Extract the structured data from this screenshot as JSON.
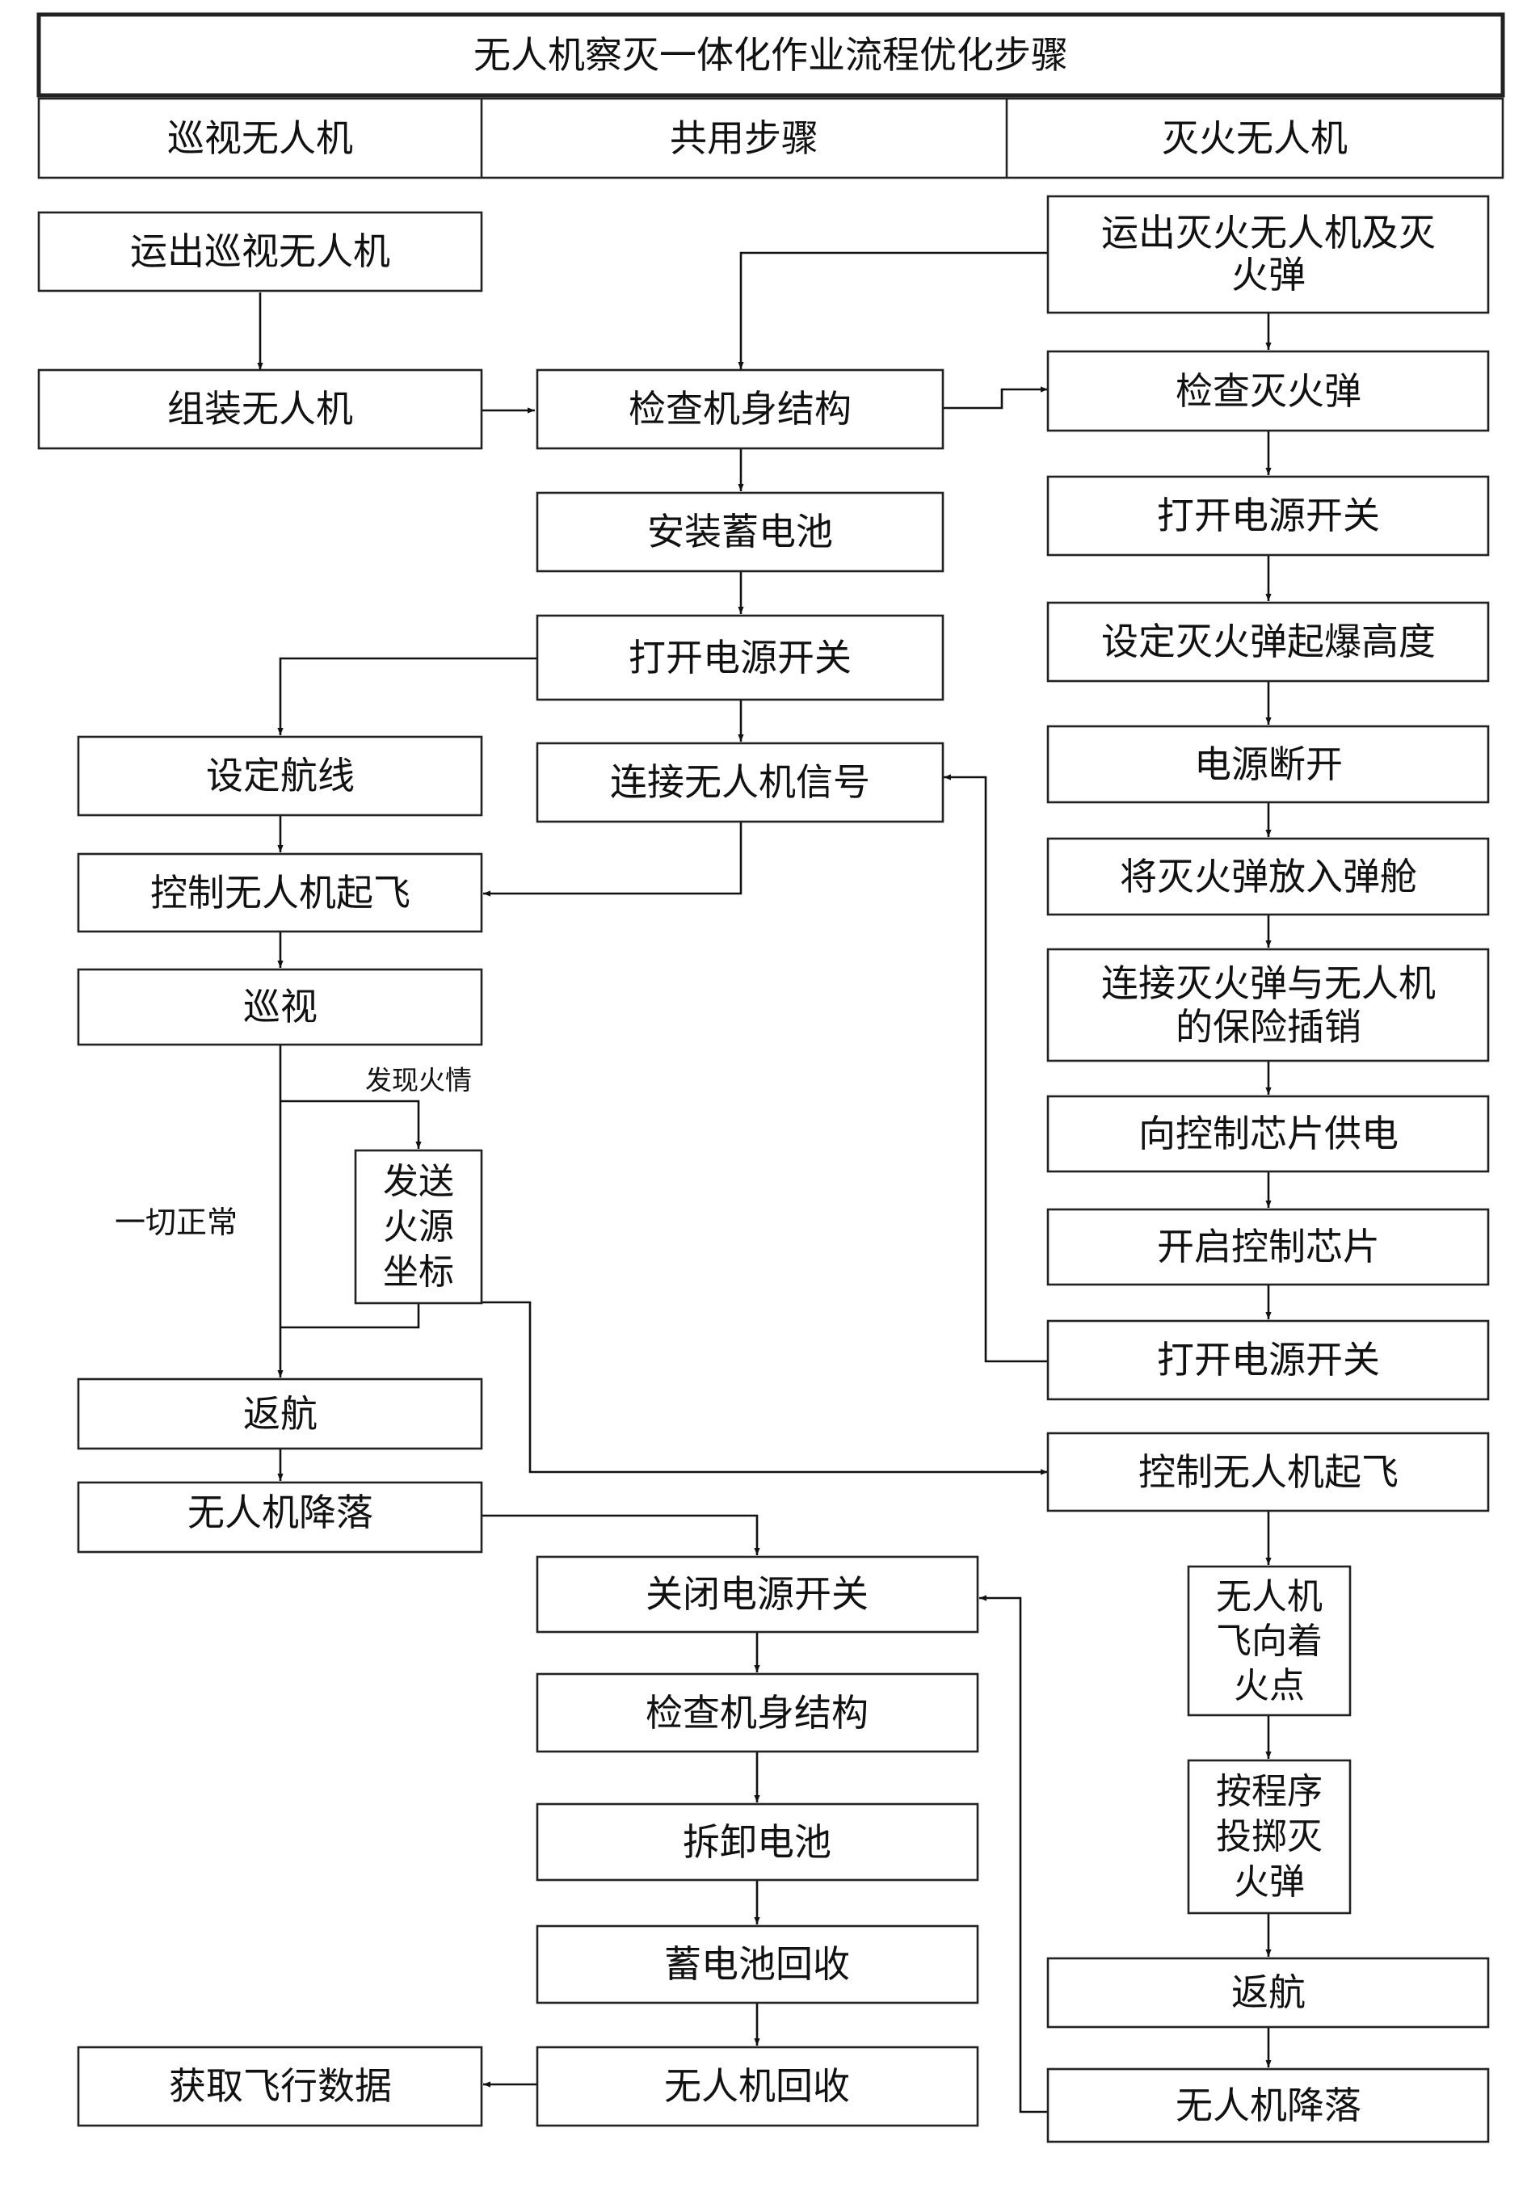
{
  "title": "无人机察灭一体化作业流程优化步骤",
  "columns": {
    "left": "巡视无人机",
    "middle": "共用步骤",
    "right": "灭火无人机"
  },
  "patrol": {
    "transport": "运出巡视无人机",
    "assemble": "组装无人机",
    "set_route": "设定航线",
    "takeoff": "控制无人机起飞",
    "patrol": "巡视",
    "send_coords": "发送火源坐标",
    "return": "返航",
    "land": "无人机降落",
    "get_data": "获取飞行数据"
  },
  "shared": {
    "check_frame_1": "检查机身结构",
    "install_battery": "安装蓄电池",
    "power_on": "打开电源开关",
    "connect_signal": "连接无人机信号",
    "power_off": "关闭电源开关",
    "check_frame_2": "检查机身结构",
    "remove_battery": "拆卸电池",
    "recycle_battery": "蓄电池回收",
    "recover_uav": "无人机回收"
  },
  "extinguish": {
    "transport": "运出灭火无人机及灭火弹",
    "check_bomb": "检查灭火弹",
    "power_on_1": "打开电源开关",
    "set_height": "设定灭火弹起爆高度",
    "power_cut": "电源断开",
    "load_bomb": "将灭火弹放入弹舱",
    "connect_pin": "连接灭火弹与无人机的保险插销",
    "chip_power": "向控制芯片供电",
    "chip_start": "开启控制芯片",
    "power_on_2": "打开电源开关",
    "takeoff": "控制无人机起飞",
    "fly_to_fire": "无人机飞向着火点",
    "drop_bomb": "按程序投掷灭火弹",
    "return": "返航",
    "land": "无人机降落"
  },
  "edge_labels": {
    "fire_found": "发现火情",
    "all_normal": "一切正常"
  }
}
